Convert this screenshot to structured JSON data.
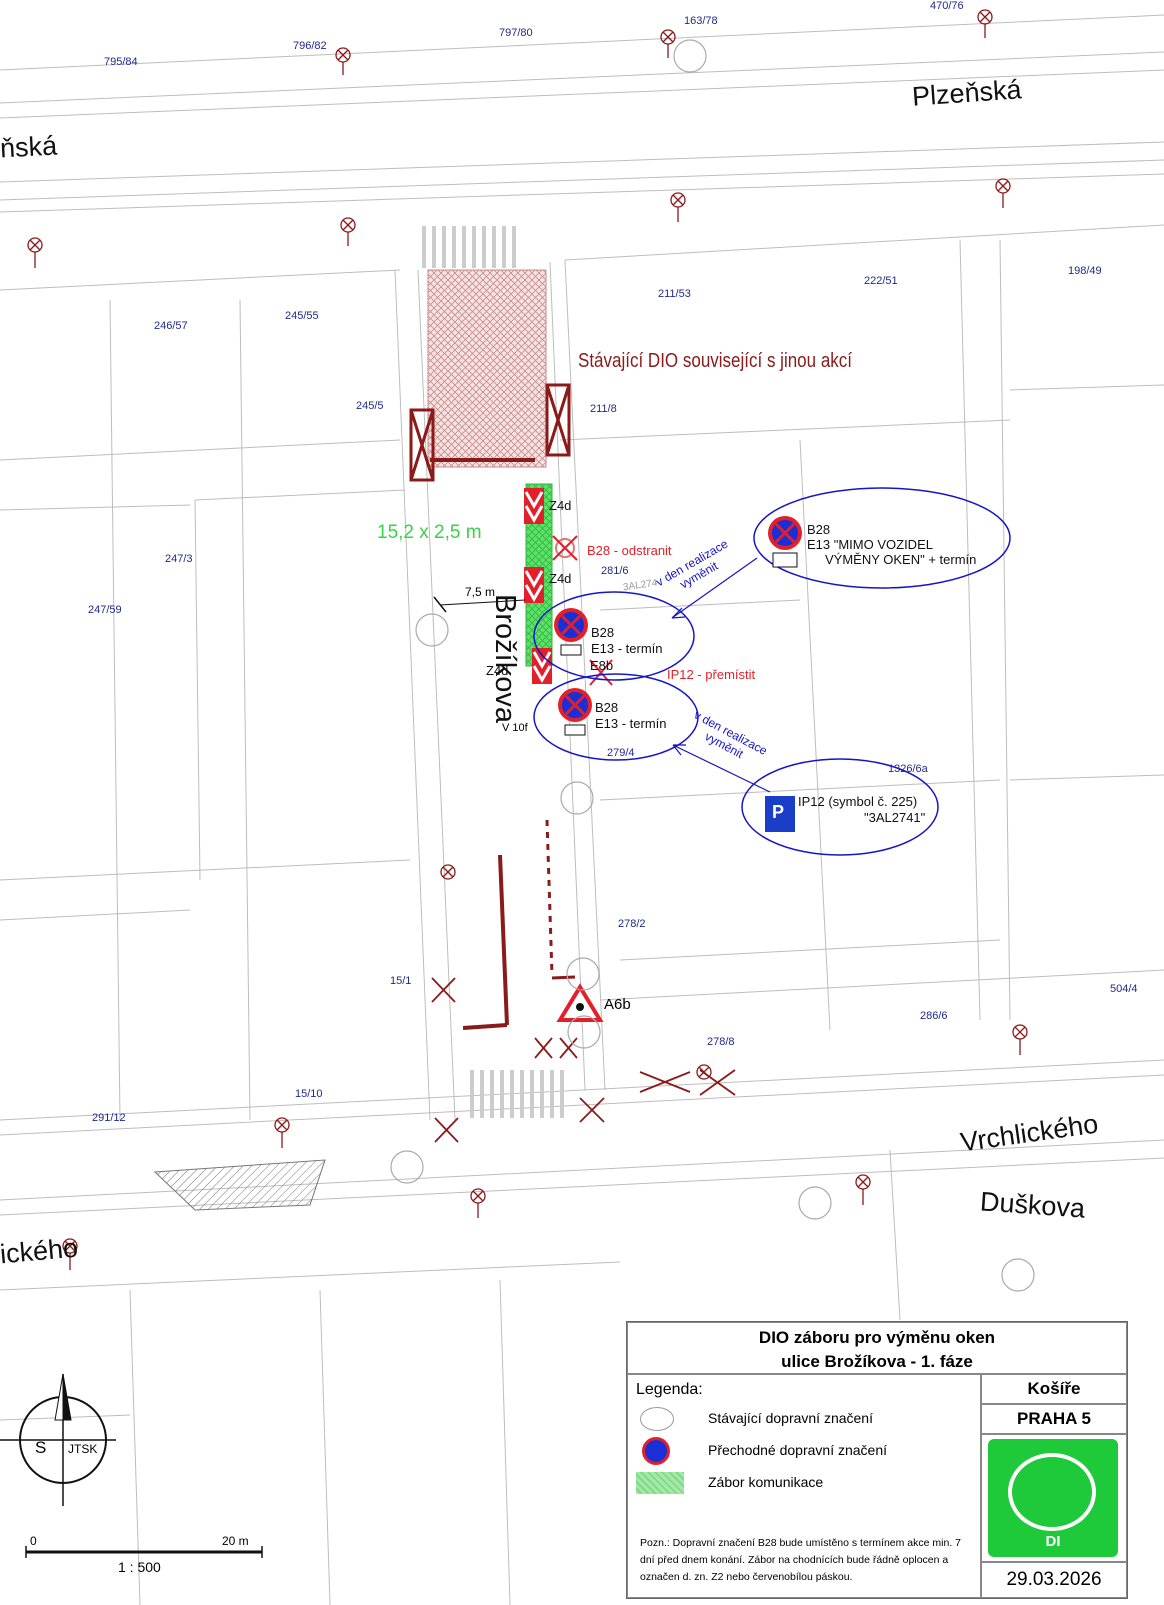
{
  "streets": {
    "plzenska_right": "Plzeňská",
    "plzenska_left": "ňská",
    "brozikova": "Brožíkova",
    "vrchlickeho_right": "Vrchlického",
    "vrchlickeho_left": "ického",
    "duskova": "Duškova"
  },
  "parcels": [
    "795/84",
    "796/82",
    "797/80",
    "163/78",
    "470/76",
    "246/57",
    "245/55",
    "211/53",
    "222/51",
    "198/49",
    "245/5",
    "211/8",
    "247/3",
    "247/59",
    "281/6",
    "279/4",
    "1326/6a",
    "278/2",
    "15/1",
    "286/6",
    "504/4",
    "278/8",
    "15/10",
    "291/12"
  ],
  "annotations": {
    "existing_dio": "Stávající DIO související s jinou akcí",
    "occupation_size": "15,2 x 2,5 m",
    "width_dim": "7,5 m",
    "b28_remove": "B28 - odstranit",
    "ip12_move": "IP12  - přemístit",
    "replace_note_top_1": "v den realizace",
    "replace_note_top_2": "vyměnit",
    "replace_note_bottom_1": "v den realizace",
    "replace_note_bottom_2": "vyměnit",
    "z4d_1": "Z4d",
    "z4d_2": "Z4d",
    "z4d_3": "Z4d",
    "e8b": "E8b",
    "v10f": "V 10f",
    "a6b": "A6b",
    "sign1_code": "B28",
    "sign1_text": "E13 - termín",
    "sign2_code": "B28",
    "sign2_text": "E13 - termín",
    "callout_top_code": "B28",
    "callout_top_line1": "E13 \"MIMO VOZIDEL",
    "callout_top_line2": "VÝMĚNY OKEN\" + termín",
    "callout_bottom_line1": "IP12 (symbol č. 225)",
    "callout_bottom_line2": "\"3AL2741\"",
    "plate_label": "3AL274"
  },
  "compass": {
    "s": "S",
    "system": "JTSK"
  },
  "scale": {
    "start": "0",
    "end": "20 m",
    "ratio": "1 : 500"
  },
  "titlebox": {
    "title_line1": "DIO záboru pro výměnu oken",
    "title_line2": "ulice Brožíkova - 1. fáze",
    "district": "Košíře",
    "city": "PRAHA 5",
    "logo_text": "DI",
    "date": "29.03.2026",
    "legend_title": "Legenda:",
    "legend": [
      {
        "icon": "existing-sign-icon",
        "label": "Stávající dopravní značení"
      },
      {
        "icon": "temporary-sign-icon",
        "label": "Přechodné dopravní značení"
      },
      {
        "icon": "occupation-hatch-icon",
        "label": "Zábor komunikace"
      }
    ],
    "note": "Pozn.: Dopravní značení B28 bude umístěno s termínem akce min. 7 dní před dnem konání. Zábor na chodnících bude řádně oplocen a označen d. zn. Z2 nebo červenobílou páskou."
  },
  "colors": {
    "occupation_green": "#39d14a",
    "existing_dio_red": "#8b1a1a",
    "temporary_blue": "#1515c8",
    "sign_red": "#e3202a",
    "logo_green": "#1ec93a"
  }
}
